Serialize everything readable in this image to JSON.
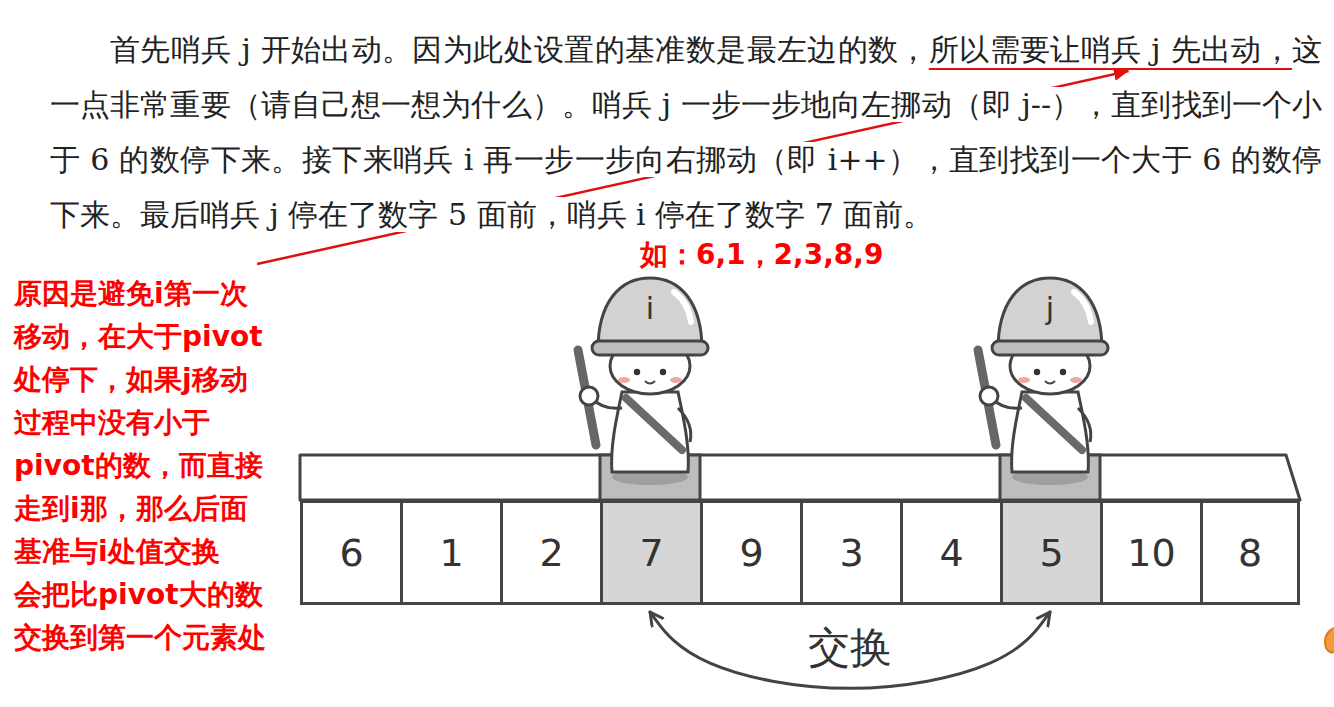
{
  "diagram": {
    "nodes": [
      {
        "text": [
          "6"
        ]
      },
      {
        "text": [
          "1"
        ]
      },
      {
        "text": [
          "2"
        ]
      },
      {
        "text": [
          "7"
        ]
      },
      {
        "text": [
          "9"
        ]
      },
      {
        "text": [
          "3"
        ]
      },
      {
        "text": [
          "4"
        ]
      },
      {
        "text": [
          "5"
        ]
      },
      {
        "text": [
          "10"
        ]
      },
      {
        "text": [
          "8"
        ]
      }
    ],
    "edges": [
      {
        "from": 3,
        "to": 7,
        "arrow": "both",
        "label": "交换"
      }
    ],
    "labels": [
      "首先哨兵 j 开始出动。因为此处设置的基准数是最左边的数，",
      "所以需要让哨兵 j 先出动，",
      "这一点非常重要（请自己想一想为什么）。哨兵 j 一步一步地向左挪动（即 j--），直到找到一个小于 6 的数停下来。接下来哨兵 i 再一步一步向右挪动（即 i++），直到找到一个大于 6 的数停下来。最后哨兵 j 停在了数字 5 面前，哨兵 i 停在了数字 7 面前。",
      "如：6,1，2,3,8,9",
      "原因是避免i第一次 移动，在大于pivot 处停下，如果j移动 过程中没有小于 pivot的数，而直接 走到i那，那么后面 基准与i处值交换 会把比pivot大的数 交换到第一个元素处",
      "i",
      "j"
    ]
  }
}
